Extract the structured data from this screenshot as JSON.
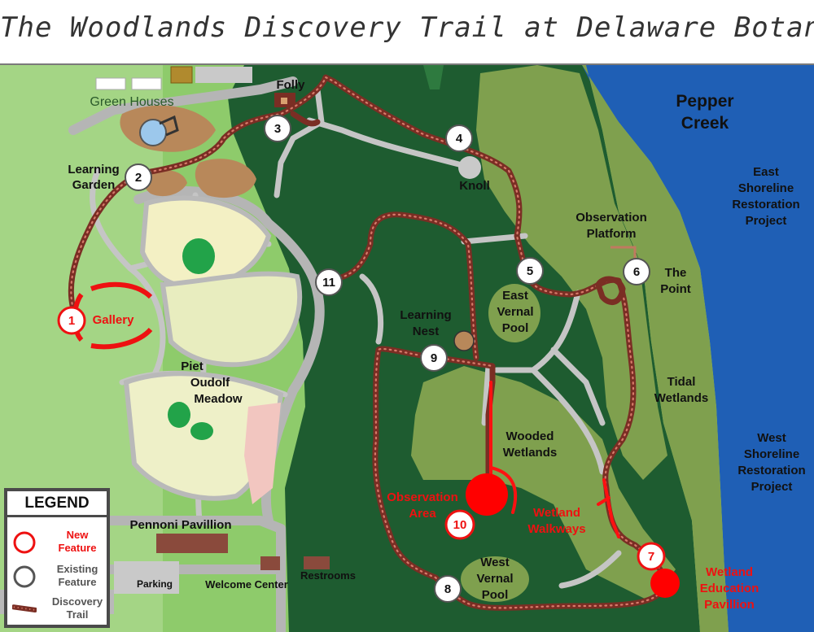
{
  "title": "The Woodlands Discovery Trail at Delaware Botanic Gardens",
  "areas": {
    "green_houses": "Green Houses",
    "folly": "Folly",
    "learning_garden": [
      "Learning",
      "Garden"
    ],
    "knoll": "Knoll",
    "pepper_creek": [
      "Pepper",
      "Creek"
    ],
    "east_shoreline": [
      "East",
      "Shoreline",
      "Restoration",
      "Project"
    ],
    "observation_platform": [
      "Observation",
      "Platform"
    ],
    "the_point": [
      "The",
      "Point"
    ],
    "gallery": "Gallery",
    "learning_nest": [
      "Learning",
      "Nest"
    ],
    "east_vernal_pool": [
      "East",
      "Vernal",
      "Pool"
    ],
    "piet_oudolf_meadow": [
      "Piet",
      "Oudolf",
      "Meadow"
    ],
    "tidal_wetlands": [
      "Tidal",
      "Wetlands"
    ],
    "wooded_wetlands": [
      "Wooded",
      "Wetlands"
    ],
    "west_shoreline": [
      "West",
      "Shoreline",
      "Restoration",
      "Project"
    ],
    "observation_area": [
      "Observation",
      "Area"
    ],
    "wetland_walkways": [
      "Wetland",
      "Walkways"
    ],
    "pennoni_pavillion": "Pennoni Pavillion",
    "west_vernal_pool": [
      "West",
      "Vernal",
      "Pool"
    ],
    "wetland_education_pavillion": [
      "Wetland",
      "Education",
      "Pavillion"
    ],
    "parking": "Parking",
    "welcome_center": "Welcome Center",
    "restrooms": "Restrooms"
  },
  "stops": [
    "1",
    "2",
    "3",
    "4",
    "5",
    "6",
    "7",
    "8",
    "9",
    "10",
    "11"
  ],
  "legend": {
    "title": "LEGEND",
    "new_feature": [
      "New",
      "Feature"
    ],
    "existing_feature": [
      "Existing",
      "Feature"
    ],
    "discovery_trail": [
      "Discovery",
      "Trail"
    ]
  },
  "colors": {
    "forest": "#1e5c30",
    "lawn": "#8ecb6b",
    "light_lawn": "#a9d98a",
    "wetland": "#7fa04e",
    "water": "#1f5fb5",
    "path": "#c5c5c5",
    "trail": "#7a2e24",
    "new_feature": "#ee1111"
  }
}
